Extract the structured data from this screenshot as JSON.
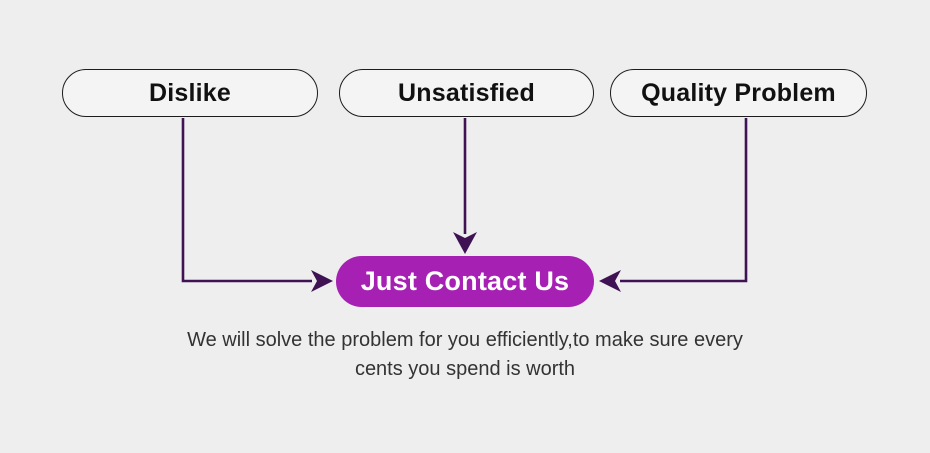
{
  "diagram": {
    "nodes": [
      {
        "label": "Dislike"
      },
      {
        "label": "Unsatisfied"
      },
      {
        "label": "Quality Problem"
      }
    ],
    "contact_button": {
      "label": "Just Contact Us"
    },
    "description": {
      "line1": "We will solve the problem for you efficiently,to make sure every",
      "line2": "cents you spend is worth"
    }
  },
  "colors": {
    "background": "#eeeeee",
    "pill_border": "#1c1c1c",
    "pill_fill": "#f4f4f4",
    "button_background": "#a720b4",
    "button_text": "#ffffff",
    "arrow": "#3f1254",
    "description_text": "#333333"
  }
}
